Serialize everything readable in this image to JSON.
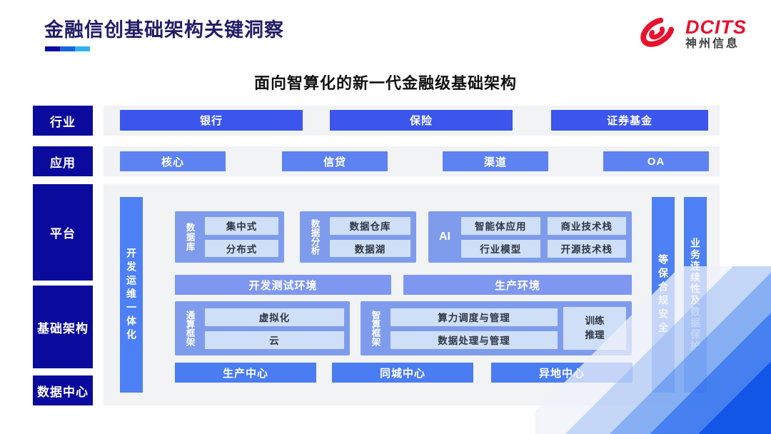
{
  "header": {
    "title": "金融信创基础架构关键洞察",
    "logo": {
      "brand": "DCITS",
      "company": "神州信息"
    }
  },
  "subtitle": "面向智算化的新一代金融级基础架构",
  "sidebar": {
    "items": [
      {
        "label": "行业"
      },
      {
        "label": "应用"
      },
      {
        "label": "平台"
      },
      {
        "label": "基础架构"
      },
      {
        "label": "数据中心"
      }
    ]
  },
  "rows": {
    "industry": [
      "银行",
      "保险",
      "证券基金"
    ],
    "application": [
      "核心",
      "信贷",
      "渠道",
      "OA"
    ]
  },
  "platform": {
    "devops_bar": "开发运维一体化",
    "database": {
      "label": "数据库",
      "items": [
        "集中式",
        "分布式"
      ]
    },
    "analytics": {
      "label": "数据分析",
      "items": [
        "数据仓库",
        "数据湖"
      ]
    },
    "ai": {
      "label": "AI",
      "items": [
        "智能体应用",
        "商业技术栈",
        "行业模型",
        "开源技术栈"
      ]
    },
    "environments": [
      "开发测试环境",
      "生产环境"
    ]
  },
  "infrastructure": {
    "general": {
      "label": "通算框架",
      "items": [
        "虚拟化",
        "云"
      ]
    },
    "intelligent": {
      "label": "智算框架",
      "items": [
        "算力调度与管理",
        "数据处理与管理"
      ],
      "side": "训练\n推理"
    }
  },
  "datacenter": [
    "生产中心",
    "同城中心",
    "异地中心"
  ],
  "security_bars": [
    "等保合规安全",
    "业务连续性及数据保护"
  ],
  "colors": {
    "sidebar_navy": "#0a0a9c",
    "industry_blue": "#3c55ec",
    "application_blue": "#5d82f2",
    "bar_blue": "#4d80f4",
    "group_blue": "#7f9cec",
    "chip_light_blue": "#cfdff7",
    "brand_red": "#e8112d",
    "title_navy": "#221d66",
    "panel_grey": "#f2f3f5"
  }
}
